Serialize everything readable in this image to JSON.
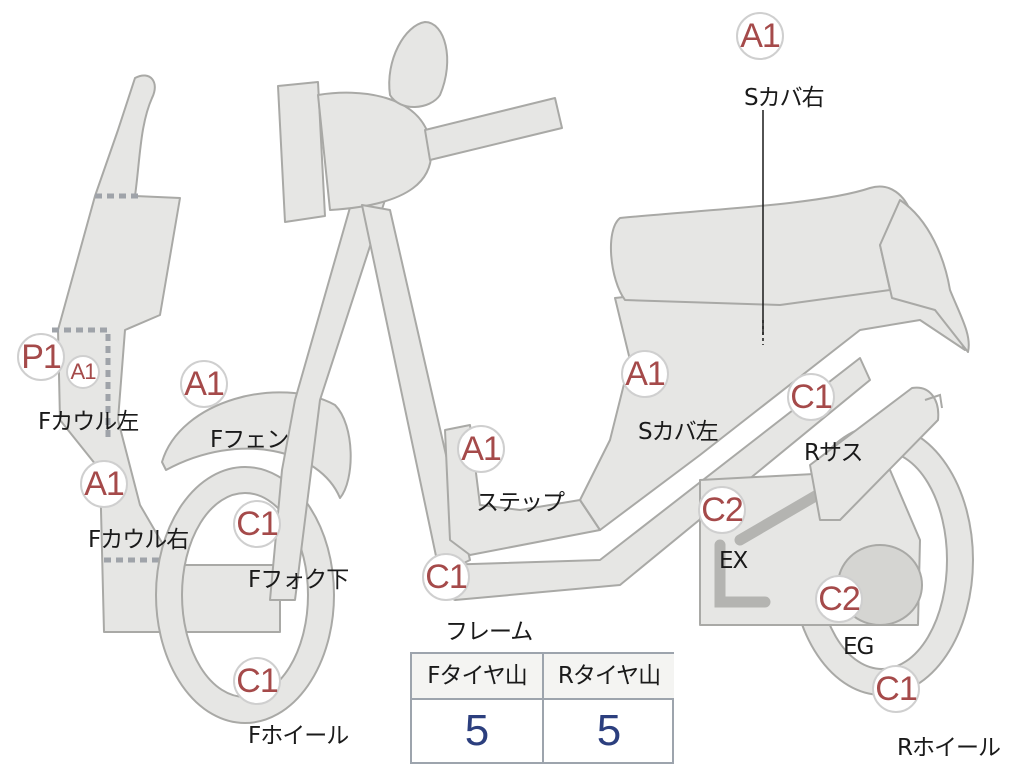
{
  "parts": [
    {
      "code": "A1",
      "label": "Sカバ右"
    },
    {
      "code": "P1",
      "label": "Fカウル左",
      "extra_code": "A1"
    },
    {
      "code": "A1",
      "label": "Fフェン"
    },
    {
      "code": "A1",
      "label": "Sカバ左"
    },
    {
      "code": "C1",
      "label": "Rサス"
    },
    {
      "code": "A1",
      "label": "ステップ"
    },
    {
      "code": "A1",
      "label": "Fカウル右"
    },
    {
      "code": "C1",
      "label": "Fフォク下"
    },
    {
      "code": "C2",
      "label": "EX"
    },
    {
      "code": "C1",
      "label": "フレーム"
    },
    {
      "code": "C2",
      "label": "EG"
    },
    {
      "code": "C1",
      "label": "Fホイール"
    },
    {
      "code": "C1",
      "label": "Rホイール"
    }
  ],
  "tire_table": {
    "headers": [
      "Fタイヤ山",
      "Rタイヤ山"
    ],
    "values": [
      "5",
      "5"
    ]
  },
  "colors": {
    "badge_text": "#a54a4a",
    "value_text": "#2c3f7e",
    "part_fill": "#e6e6e4",
    "part_outline": "#a9a9a6"
  }
}
